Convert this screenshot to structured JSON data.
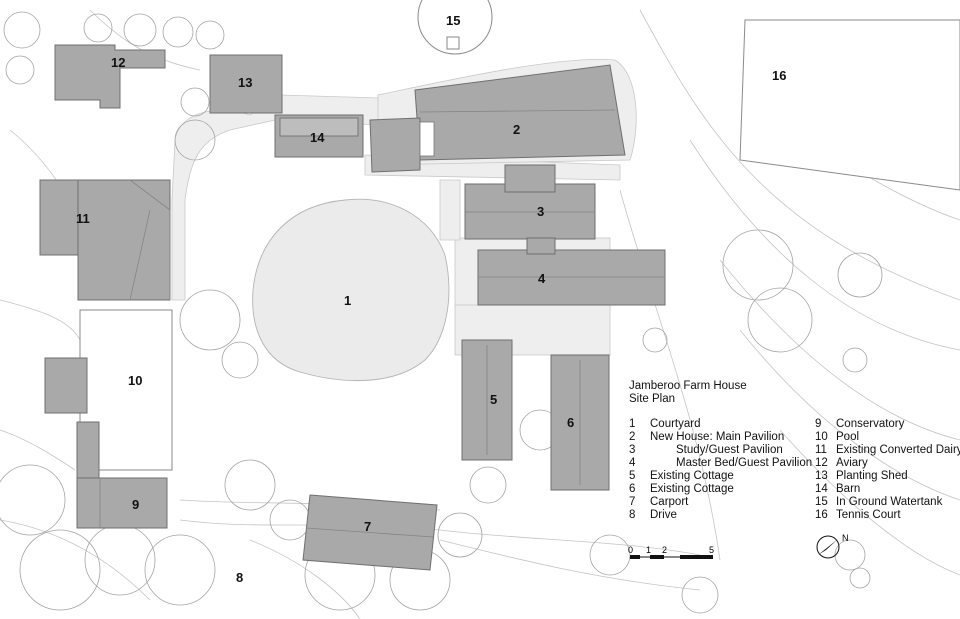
{
  "legend": {
    "title_line1": "Jamberoo Farm House",
    "title_line2": "Site Plan",
    "items": [
      {
        "num": "1",
        "label": "Courtyard"
      },
      {
        "num": "2",
        "label": "New House: Main Pavilion"
      },
      {
        "num": "3",
        "label": "Study/Guest Pavilion"
      },
      {
        "num": "4",
        "label": "Master Bed/Guest Pavilion"
      },
      {
        "num": "5",
        "label": "Existing Cottage"
      },
      {
        "num": "6",
        "label": "Existing Cottage"
      },
      {
        "num": "7",
        "label": "Carport"
      },
      {
        "num": "8",
        "label": "Drive"
      },
      {
        "num": "9",
        "label": "Conservatory"
      },
      {
        "num": "10",
        "label": "Pool"
      },
      {
        "num": "11",
        "label": "Existing Converted Dairy"
      },
      {
        "num": "12",
        "label": "Aviary"
      },
      {
        "num": "13",
        "label": "Planting Shed"
      },
      {
        "num": "14",
        "label": "Barn"
      },
      {
        "num": "15",
        "label": "In Ground Watertank"
      },
      {
        "num": "16",
        "label": "Tennis Court"
      }
    ]
  },
  "scale_bar": {
    "ticks": [
      "0",
      "1",
      "2",
      "5"
    ]
  },
  "north_arrow": {
    "label": "N"
  },
  "plan_labels": {
    "l1": "1",
    "l2": "2",
    "l3": "3",
    "l4": "4",
    "l5": "5",
    "l6": "6",
    "l7": "7",
    "l8": "8",
    "l9": "9",
    "l10": "10",
    "l11": "11",
    "l12": "12",
    "l13": "13",
    "l14": "14",
    "l15": "15",
    "l16": "16"
  }
}
